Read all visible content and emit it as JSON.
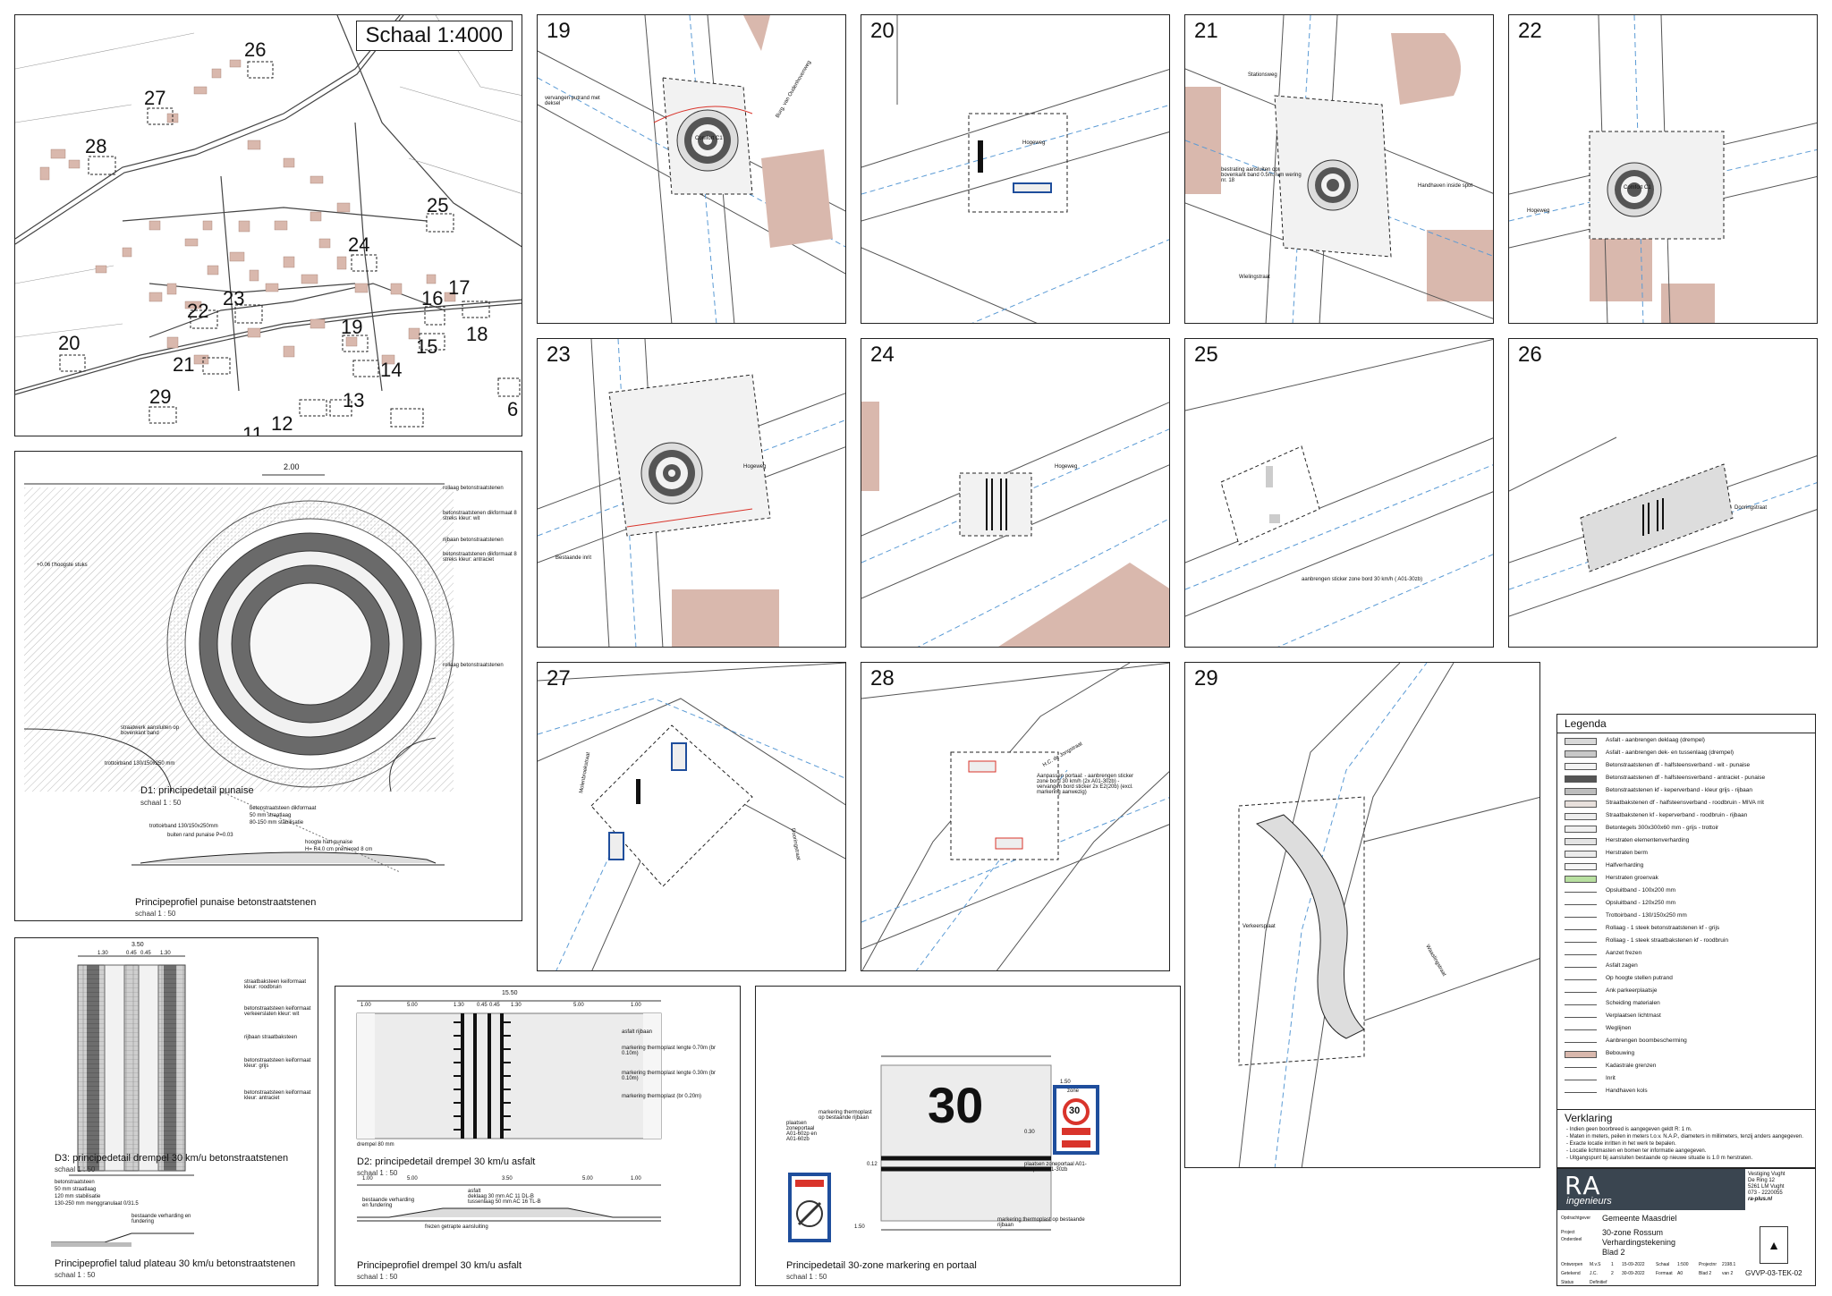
{
  "overview": {
    "scale": "Schaal 1:4000",
    "labels": [
      "26",
      "27",
      "28",
      "25",
      "24",
      "23",
      "22",
      "19",
      "16",
      "17",
      "18",
      "15",
      "20",
      "21",
      "14",
      "29",
      "13",
      "12",
      "11",
      "6"
    ]
  },
  "details": {
    "numbers": [
      "19",
      "20",
      "21",
      "22",
      "23",
      "24",
      "25",
      "26",
      "27",
      "28",
      "29"
    ],
    "labels": {
      "p19_street": "Burg. van Oudenhovenweg",
      "p19_note": "vervangen putrand met deksel",
      "comfort": "Comfort C1",
      "hogeweg": "Hogeweg",
      "p21_note1": "bestrating aansluiten op bovenkant band 0.5m. ivm wering nr. 18",
      "p21_note2": "Handhaven inside spot",
      "stationsweg": "Stationsweg",
      "wijdeweg": "Wielingstraat",
      "p23_note": "Bestaande inrit",
      "p25_note": "aanbrengen sticker zone bord 30 km/h ( A01-30zb)",
      "p26_street": "Dooringstraat",
      "p27_street": "Molenbroekstraat",
      "p27_street2": "Dooringstraat",
      "p28_street": "H.C. de Jongstraat",
      "p28_note": "Aanpassen portaal: - aanbrengen sticker zone bord 30 km/h (2x A01-30zb) - vervangen bord sticker 2x E2(20b) (excl. markering aanwezig)",
      "p29_note": "Verkeersplaat",
      "p29_street": "Waaslingstraat"
    }
  },
  "d1": {
    "title": "D1: principedetail punaise",
    "scale": "schaal 1 : 50",
    "dim_top": "2.00",
    "notes": [
      "rollaag betonstraatstenen",
      "betonstraatstenen dikformaat 8 streks kleur: wit",
      "rijbaan betonstraatstenen",
      "betonstraatstenen dikformaat 8 streks kleur: antraciet",
      "rollaag betonstraatstenen"
    ],
    "left_note": "+0.06 t'hoogste stuks",
    "lower_notes": [
      "straatwerk aansluiten op bovenkant band",
      "trottoirband 130/150x250 mm"
    ],
    "profile_title": "Principeprofiel punaise betonstraatstenen",
    "profile_scale": "schaal 1 : 50",
    "profile_notes": [
      "betonstraatsteen dikformaat",
      "50 mm straatlaag",
      "80-150 mm stabilisatie",
      "trottoirband 130/150x250mm",
      "buiten rand punaise P=0.03",
      "hoogte hart punaise",
      "H= R4.0 cm premiered 8 cm"
    ]
  },
  "d3": {
    "title": "D3: principedetail drempel 30 km/u betonstraatstenen",
    "scale": "schaal 1 : 50",
    "dims": [
      "3.50",
      "1.30",
      "0.45",
      "0.45",
      "1.30"
    ],
    "notes": [
      "straatbaksteen keiformaat kleur: roodbruin",
      "betonstraatsteen keiformaat verkeerslaten kleur: wit",
      "rijbaan straatbaksteen",
      "betonstraatsteen keiformaat kleur: grijs",
      "betonstraatsteen keiformaat kleur: antraciet"
    ],
    "profile_title": "Principeprofiel talud plateau 30 km/u betonstraatstenen",
    "profile_scale": "schaal 1 : 50",
    "profile_notes": [
      "betonstraatsteen",
      "50 mm straatlaag",
      "120 mm stabilisatie",
      "130-250 mm menggranulaat 0/31.5",
      "bestaande verharding en fundering"
    ]
  },
  "d2": {
    "title": "D2: principedetail drempel 30 km/u asfalt",
    "scale": "schaal 1 : 50",
    "dims": [
      "15.50",
      "1.00",
      "5.00",
      "1.30",
      "0.45",
      "0.45",
      "1.30",
      "5.00",
      "1.00"
    ],
    "notes": [
      "asfalt rijbaan",
      "markering thermoplast lengte 0.70m (br 0.10m)",
      "markering thermoplast lengte 0.30m (br 0.10m)",
      "markering thermoplast (br 0.20m)"
    ],
    "drempel": "drempel 80 mm",
    "profile_title": "Principeprofiel drempel 30 km/u asfalt",
    "profile_scale": "schaal 1 : 50",
    "profile_notes": [
      "asfalt",
      "deklaag 30 mm AC 11 DL-B",
      "tussenlaag 50 mm AC 16 TL-B",
      "bestaande verharding en fundering",
      "frezen getrapte aansluiting"
    ],
    "profile_dims": [
      "1.00",
      "5.00",
      "3.50",
      "5.00",
      "1.00"
    ]
  },
  "zone": {
    "title": "Principedetail 30-zone markering en portaal",
    "scale": "schaal 1 : 50",
    "speed": "30",
    "notes": [
      "markering thermoplast op bestaande rijbaan",
      "plaatsen zoneportaal A01-60zp en A01-60zb",
      "plaatsen zoneportaal A01-30zp en A01-30zb",
      "markering thermoplast op bestaande rijbaan"
    ],
    "dims": [
      "1.50",
      "1.50",
      "0.12",
      "0.30"
    ],
    "sign_top": "zone",
    "sign_num": "30"
  },
  "legend": {
    "title": "Legenda",
    "items": [
      {
        "text": "Asfalt - aanbrengen deklaag (drempel)",
        "color": "#d8d8d8"
      },
      {
        "text": "Asfalt - aanbrengen dek- en tussenlaag (drempel)",
        "color": "#c8c8c8"
      },
      {
        "text": "Betonstraatstenen df - halfsteensverband - wit - punaise",
        "color": "#f4f4f4"
      },
      {
        "text": "Betonstraatstenen df - halfsteensverband - antraciet - punaise",
        "color": "#555555"
      },
      {
        "text": "Betonstraatstenen kf - keperverband - kleur grijs - rijbaan",
        "color": "#bdbdbd"
      },
      {
        "text": "Straatbakstenen df - halfsteensverband - roodbruin - MIVA rrit",
        "color": "#e8e0dc"
      },
      {
        "text": "Straatbakstenen kf - keperverband - roodbruin - rijbaan",
        "color": "#eeeeee"
      },
      {
        "text": "Betontegels 300x300x60 mm - grijs - trottoir",
        "color": "#f0f0f0"
      },
      {
        "text": "Herstraten elementenverharding",
        "color": "#e4e4e4"
      },
      {
        "text": "Herstraten berm",
        "color": "#ececec"
      },
      {
        "text": "Halfverharding",
        "color": "#f7f7f7"
      },
      {
        "text": "Herstraten groenvak",
        "color": "#b8e0a0"
      },
      {
        "text": "Opsluitband - 100x200 mm",
        "color": ""
      },
      {
        "text": "Opsluitband - 120x250 mm",
        "color": ""
      },
      {
        "text": "Trottoirband - 130/150x250 mm",
        "color": ""
      },
      {
        "text": "Rollaag - 1 steek betonstraatstenen kf - grijs",
        "color": ""
      },
      {
        "text": "Rollaag - 1 steek straatbakstenen kf - roodbruin",
        "color": ""
      },
      {
        "text": "Aanzet frezen",
        "color": ""
      },
      {
        "text": "Asfalt zagen",
        "color": ""
      },
      {
        "text": "Op hoogte stellen putrand",
        "color": ""
      },
      {
        "text": "Ank parkeerplaatsje",
        "color": ""
      },
      {
        "text": "Scheiding materialen",
        "color": ""
      },
      {
        "text": "Verplaatsen lichtmast",
        "color": ""
      },
      {
        "text": "Weglijnen",
        "color": ""
      },
      {
        "text": "Aanbrengen boombescherming",
        "color": ""
      },
      {
        "text": "Bebouwing",
        "color": "#d9b8ad"
      },
      {
        "text": "Kadastrale grenzen",
        "color": ""
      },
      {
        "text": "Inrit",
        "color": ""
      },
      {
        "text": "Handhaven kols",
        "color": ""
      }
    ]
  },
  "verklaring": {
    "title": "Verklaring",
    "lines": [
      "- Indien geen boorbreed is aangegeven geldt R: 1 m.",
      "- Maten in meters, peilen in meters t.o.v. N.A.P., diameters in millimeters, tenzij anders aangegeven.",
      "- Exacte locatie inritten in het werk te bepalen.",
      "- Locatie lichtmasten en bomen ter informatie aangegeven.",
      "- Uitgangspunt bij aansluiten bestaande op nieuwe situatie is 1.0 m herstraten."
    ]
  },
  "titleblock": {
    "logo": "RA",
    "logo_sub": "ingenieurs",
    "address": [
      "Vestiging Vught",
      "De Ring 12",
      "5261 LM Vught",
      "073 - 2220055",
      "ra-plus.nl"
    ],
    "opdrachtgever_label": "Opdrachtgever",
    "opdrachtgever": "Gemeente Maasdriel",
    "project_label": "Project",
    "onderdeel_label": "Onderdeel",
    "project": "30-zone Rossum",
    "onderdeel": "Verhardingstekening",
    "blad": "Blad 2",
    "tekeningnr": "GVVP-03-TEK-02",
    "row1": [
      "Ontworpen",
      "M.v.S",
      "1",
      "15-09-2022",
      "Schaal",
      "1:500",
      "Projectnr",
      "2198.1"
    ],
    "row2": [
      "Getekend",
      "J.C.",
      "2",
      "30-09-2022",
      "Formaat",
      "A0",
      "Blad 2",
      "van 2"
    ],
    "row3": [
      "Status",
      "Definitief"
    ]
  },
  "colors": {
    "building": "#d9b8ad",
    "road_line": "#555555",
    "cadastral": "#5b9bd5",
    "red": "#d9342b",
    "blue": "#1f4e9c"
  }
}
